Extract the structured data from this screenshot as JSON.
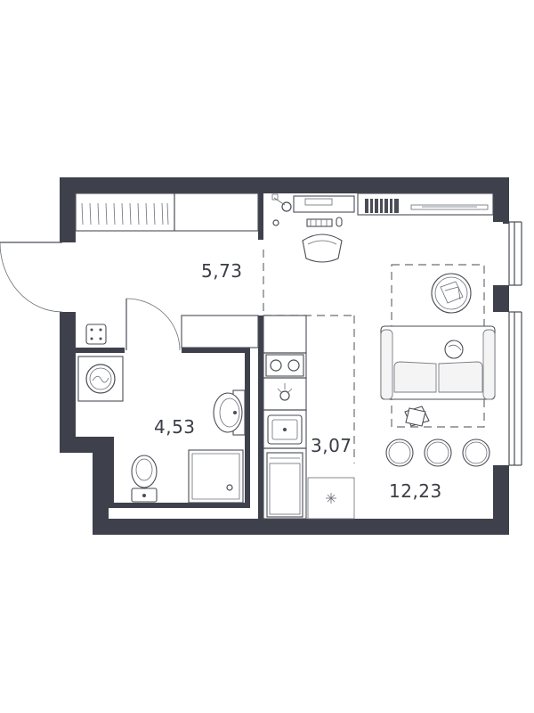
{
  "plan": {
    "rooms": [
      {
        "id": "hallway",
        "area": "5,73"
      },
      {
        "id": "bathroom",
        "area": "4,53"
      },
      {
        "id": "kitchen",
        "area": "3,07"
      },
      {
        "id": "living-room",
        "area": "12,23"
      }
    ],
    "colors": {
      "wall": "#3e414b",
      "line": "#4a4d55",
      "text": "#3a3d45",
      "background": "#ffffff"
    }
  }
}
